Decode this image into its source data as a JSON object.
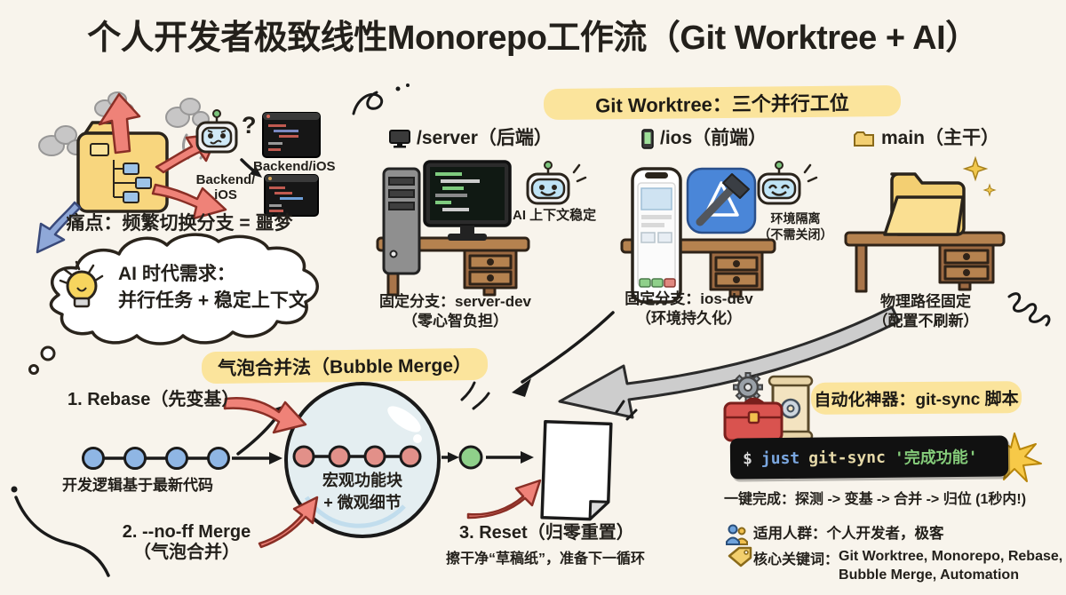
{
  "title": "个人开发者极致线性Monorepo工作流（Git Worktree + AI）",
  "pain": {
    "caption": "痛点：频繁切换分支 = 噩梦",
    "label_backend_ios": "Backend/iOS",
    "label_backend": "Backend/",
    "label_ios": "iOS",
    "question": "?"
  },
  "cloud": {
    "line1": "AI 时代需求：",
    "line2": "并行任务 + 稳定上下文"
  },
  "worktree": {
    "header": "Git Worktree：三个并行工位",
    "server": {
      "title": "/server（后端）",
      "note": "AI 上下文稳定",
      "caption1": "固定分支：server-dev",
      "caption2": "（零心智负担）"
    },
    "ios": {
      "title": "/ios（前端）",
      "note1": "环境隔离",
      "note2": "（不需关闭）",
      "caption1": "固定分支：ios-dev",
      "caption2": "（环境持久化）"
    },
    "main": {
      "title": "main（主干）",
      "caption1": "物理路径固定",
      "caption2": "（配置不刷新）"
    }
  },
  "bubble_merge": {
    "header": "气泡合并法（Bubble Merge）",
    "step1": "1. Rebase（先变基）",
    "chain_caption": "开发逻辑基于最新代码",
    "bubble_line1": "宏观功能块",
    "bubble_line2": "+ 微观细节",
    "step2_line1": "2. --no-ff Merge",
    "step2_line2": "（气泡合并）",
    "step3": "3. Reset（归零重置）",
    "step3_sub": "擦干净“草稿纸”，准备下一循环"
  },
  "automation": {
    "header": "自动化神器：git-sync 脚本",
    "cmd": {
      "prompt": "$",
      "tool": "just",
      "script": "git-sync",
      "arg": "'完成功能'"
    },
    "result": "一键完成：探测 -> 变基 -> 合并 -> 归位 (1秒内!)",
    "audience": "适用人群：个人开发者，极客",
    "keywords_label": "核心关键词：",
    "keywords_line1": "Git Worktree, Monorepo, Rebase,",
    "keywords_line2": "Bubble Merge, Automation"
  },
  "colors": {
    "background": "#f8f4ec",
    "highlight": "#fbe49c",
    "arrow_red": "#ef8278",
    "commit_blue": "#8fb6e4",
    "commit_red": "#e29089",
    "commit_green": "#8fd08a",
    "terminal_bg": "#111111",
    "cmd_tool_blue": "#7aa7e0",
    "cmd_arg_green": "#85cc7a",
    "folder_yellow": "#f8d67e",
    "desk_brown": "#b5824f"
  }
}
